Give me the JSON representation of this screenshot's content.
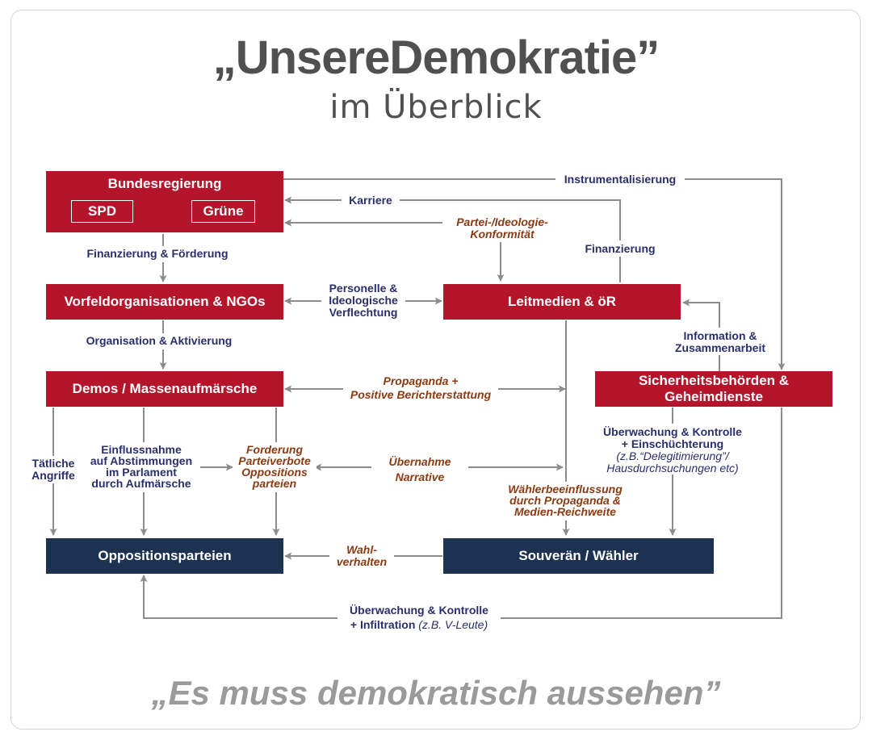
{
  "title": "„UnsereDemokratie”",
  "subtitle": "im Überblick",
  "tagline": "„Es muss demokratisch aussehen”",
  "colors": {
    "red_box": "#b5152b",
    "navy_box": "#1d3150",
    "navy_text": "#2a2f6b",
    "brown_text": "#8b3a12",
    "line": "#8c8c8c"
  },
  "nodes": {
    "bundesregierung": "Bundesregierung",
    "spd": "SPD",
    "gruene": "Grüne",
    "vorfeld": "Vorfeldorganisationen & NGOs",
    "leitmedien": "Leitmedien & öR",
    "demos": "Demos / Massenaufmärsche",
    "sicherheit": "Sicherheitsbehörden & Geheimdienste",
    "opposition": "Oppositionsparteien",
    "souveraen": "Souverän / Wähler"
  },
  "labels": {
    "instrumentalisierung": "Instrumentalisierung",
    "karriere": "Karriere",
    "partei_ideologie": "Partei-/Ideologie-\nKonformität",
    "finanzierung": "Finanzierung",
    "finanzierung_foerderung": "Finanzierung & Förderung",
    "personelle": "Personelle &\nIdeologische\nVerflechtung",
    "organisation": "Organisation & Aktivierung",
    "information": "Information &\nZusammenarbeit",
    "propaganda": "Propaganda +\nPositive Berichterstattung",
    "taetliche": "Tätliche\nAngriffe",
    "einflussnahme": "Einflussnahme\nauf Abstimmungen\nim Parlament\ndurch Aufmärsche",
    "forderung": "Forderung\nParteiverbote\nOppositions\nparteien",
    "uebernahme": "Übernahme\nNarrative",
    "ueberwachung_kontrolle_1": "Überwachung & Kontrolle\n+ Einschüchterung",
    "ueberwachung_kontrolle_1_example": "(z.B.“Delegitimierung”/\nHausdurchsuchungen etc)",
    "waehlerbeeinflussung": "Wählerbeeinflussung\ndurch Propaganda &\nMedien-Reichweite",
    "wahlverhalten": "Wahl-\nverhalten",
    "ueberwachung_kontrolle_2_line1": "Überwachung & Kontrolle",
    "ueberwachung_kontrolle_2_line2": "+ Infiltration",
    "ueberwachung_kontrolle_2_example": "(z.B. V-Leute)"
  }
}
